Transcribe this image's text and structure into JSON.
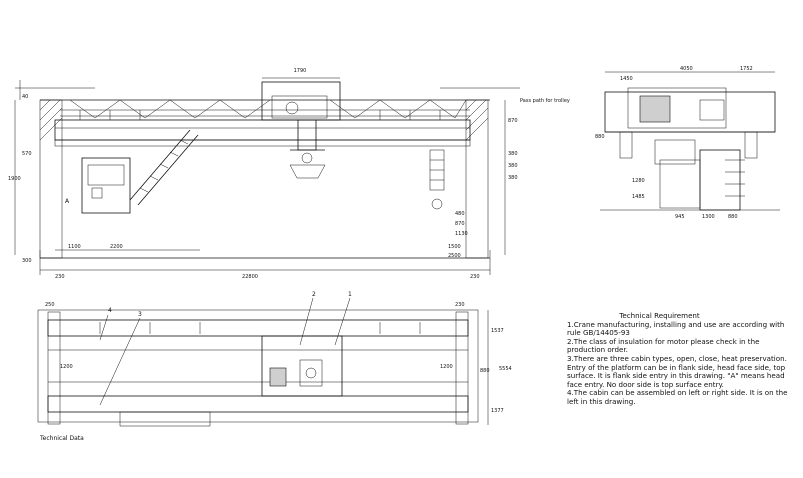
{
  "front_view": {
    "dims": {
      "top_span": "1790",
      "aux_dim_left": "40",
      "pass_note": "Pass path for trolley",
      "right_1": "870",
      "right_2": "380",
      "right_3": "380",
      "right_4": "380",
      "right_5": "480",
      "right_6": "870",
      "right_7": "1130",
      "left_a": "1900",
      "left_b": "570",
      "left_c": "300",
      "bottom_1": "1100",
      "bottom_2": "2200",
      "bottom_3": "1500",
      "bottom_4": "2500",
      "span": "22800",
      "end_left": "230",
      "end_right": "230",
      "section_marker": "A"
    }
  },
  "side_view": {
    "dims": {
      "top_1": "4050",
      "top_2": "1752",
      "top_3": "1450",
      "left_1": "880",
      "mid_1": "1280",
      "mid_2": "1485",
      "bot_1": "945",
      "bot_2": "1300",
      "bot_3": "880"
    }
  },
  "plan_view": {
    "dims": {
      "left_top": "250",
      "right_top": "230",
      "right_1": "1537",
      "right_2": "5554",
      "right_3": "1377",
      "right_4": "880",
      "inner_left": "1200",
      "inner_right": "1200"
    },
    "callouts": [
      "1",
      "2",
      "3",
      "4"
    ],
    "caption": "Technical Data"
  },
  "technical_requirement": {
    "title": "Technical Requirement",
    "items": [
      "1.Crane manufacturing, installing and use are according with rule GB/14405-93",
      "2.The class of insulation for motor please check in the production order.",
      "3.There are three cabin types, open, close, heat preservation. Entry of the platform can be in flank side, head face side, top surface. It is flank side entry in this drawing. \"A\" means head face entry. No door side is top surface entry.",
      "4.The cabin can be assembled on left or right side. It is on the left in this drawing."
    ]
  }
}
